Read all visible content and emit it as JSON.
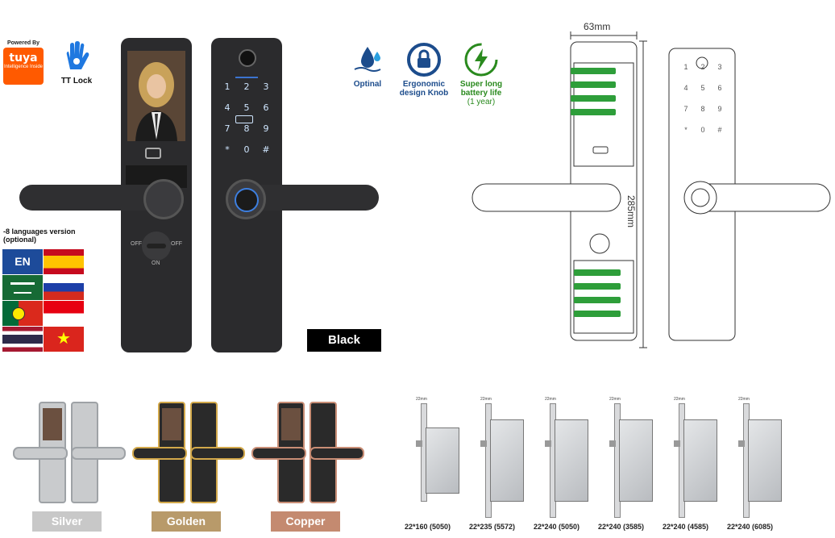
{
  "badges": {
    "tuya_powered": "Powered By",
    "tuya_brand": "tuya",
    "tuya_inside": "Intelligence Inside",
    "ttlock": "TT Lock"
  },
  "languages": {
    "title_line1": "-8 languages version",
    "title_line2": "(optional)",
    "en_label": "EN"
  },
  "features": [
    {
      "label_line1": "Optinal",
      "label_line2": ""
    },
    {
      "label_line1": "Ergonomic",
      "label_line2": "design Knob"
    },
    {
      "label_line1": "Super long",
      "label_line2": "battery life",
      "label_line3": "(1 year)"
    }
  ],
  "keypad": [
    "1",
    "2",
    "3",
    "4",
    "5",
    "6",
    "7",
    "8",
    "9",
    "*",
    "0",
    "#"
  ],
  "knob": {
    "off_left": "OFF",
    "off_right": "OFF",
    "on": "ON"
  },
  "color_main": "Black",
  "dimensions": {
    "width": "63mm",
    "height": "285mm"
  },
  "variants": [
    {
      "name": "Silver",
      "color": "#c8c8c8"
    },
    {
      "name": "Golden",
      "color": "#b89a6a"
    },
    {
      "name": "Copper",
      "color": "#c48a70"
    }
  ],
  "mortise_sizes": [
    "22*160 (5050)",
    "22*235 (5572)",
    "22*240 (5050)",
    "22*240 (3585)",
    "22*240 (4585)",
    "22*240 (6085)"
  ],
  "mortise_dims": {
    "face": "22mm"
  }
}
